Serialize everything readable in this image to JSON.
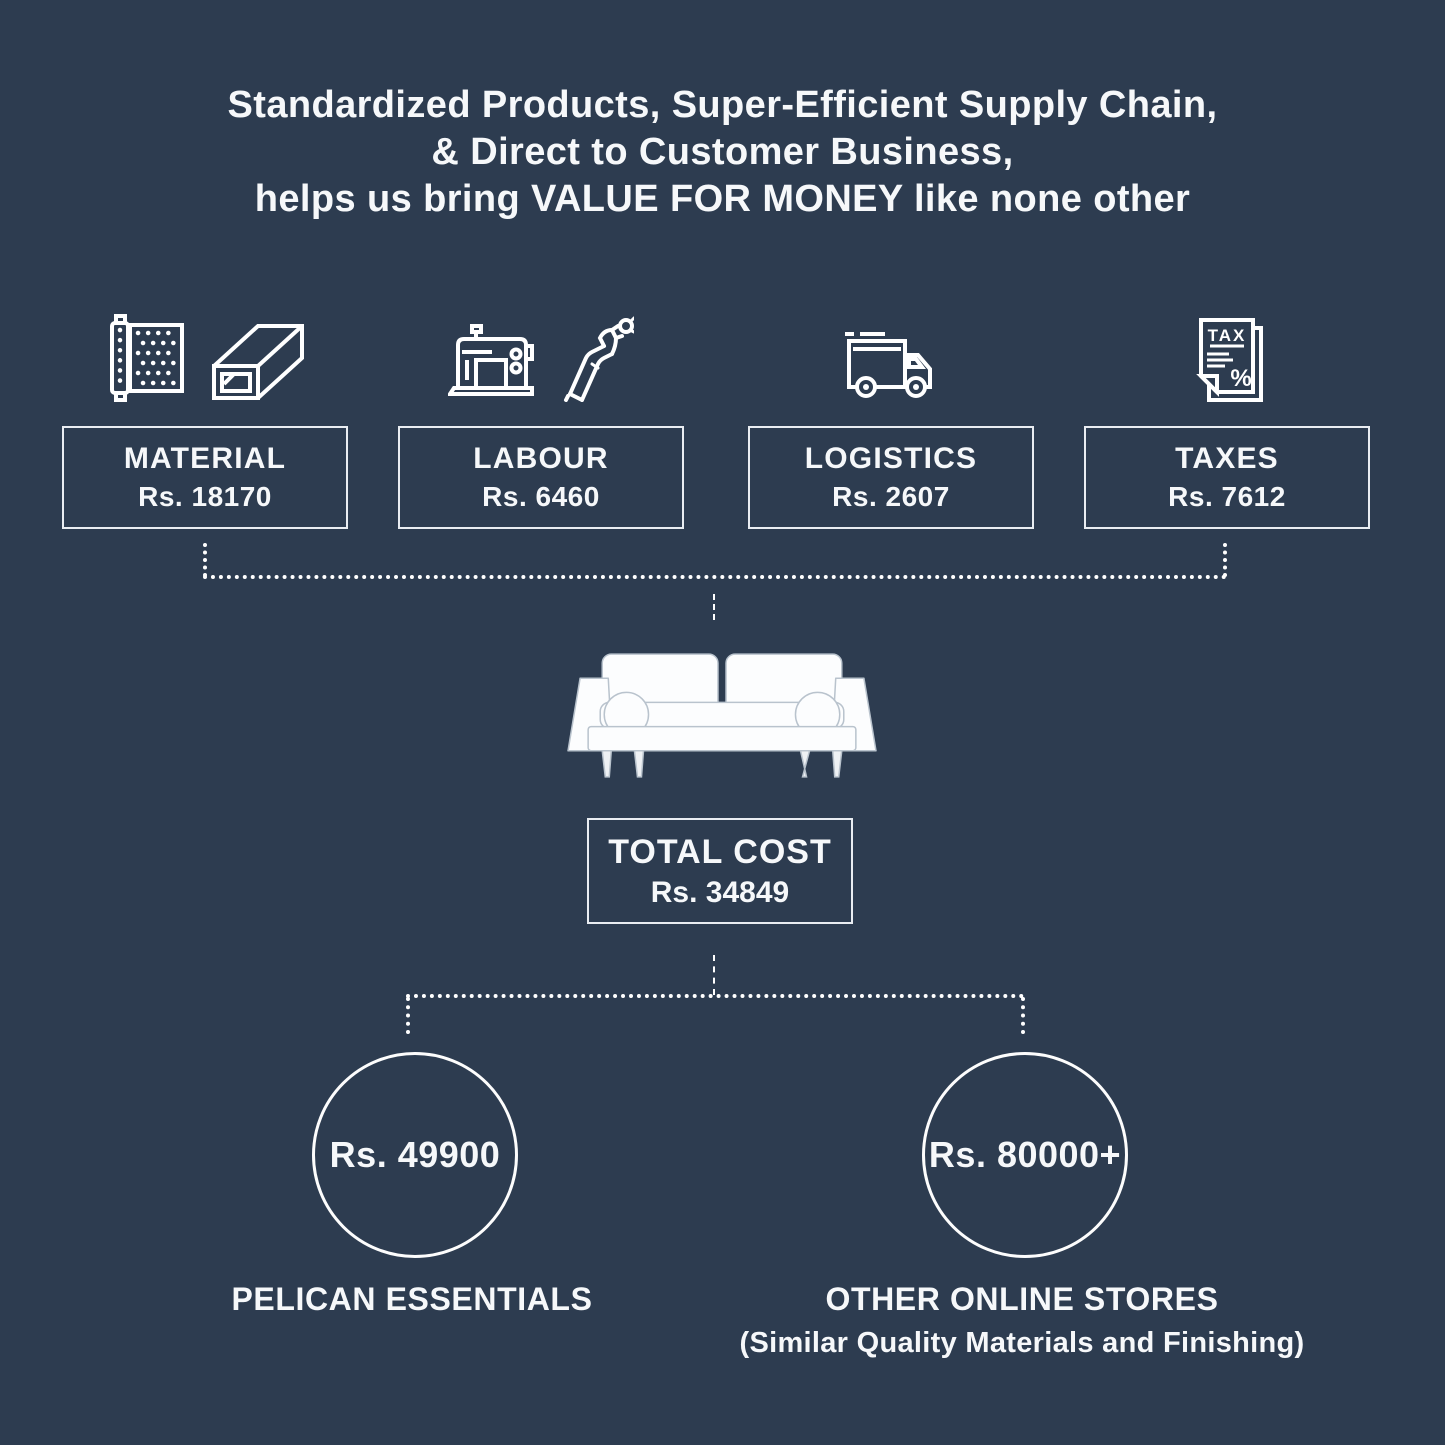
{
  "theme": {
    "background": "#2d3c50",
    "foreground": "#ffffff"
  },
  "title": {
    "line1": "Standardized Products, Super-Efficient Supply Chain,",
    "line2": "& Direct to Customer Business,",
    "line3": "helps us bring VALUE FOR MONEY like none other"
  },
  "cost_breakdown": {
    "items": [
      {
        "label": "MATERIAL",
        "amount": "Rs. 18170",
        "icons": [
          "fabric-roll-icon",
          "metal-tube-icon"
        ]
      },
      {
        "label": "LABOUR",
        "amount": "Rs. 6460",
        "icons": [
          "sewing-machine-icon",
          "welding-torch-icon"
        ]
      },
      {
        "label": "LOGISTICS",
        "amount": "Rs. 2607",
        "icons": [
          "delivery-truck-icon"
        ]
      },
      {
        "label": "TAXES",
        "amount": "Rs. 7612",
        "icons": [
          "tax-document-icon"
        ]
      }
    ]
  },
  "icon_text": {
    "tax_label": "TAX",
    "percent_label": "%"
  },
  "illustration": {
    "name": "sofa-line-art"
  },
  "total": {
    "label": "TOTAL COST",
    "amount": "Rs. 34849"
  },
  "comparison": {
    "left": {
      "price": "Rs. 49900",
      "store": "PELICAN ESSENTIALS"
    },
    "right": {
      "price": "Rs. 80000+",
      "store": "OTHER ONLINE STORES",
      "note": "(Similar Quality Materials and Finishing)"
    }
  }
}
